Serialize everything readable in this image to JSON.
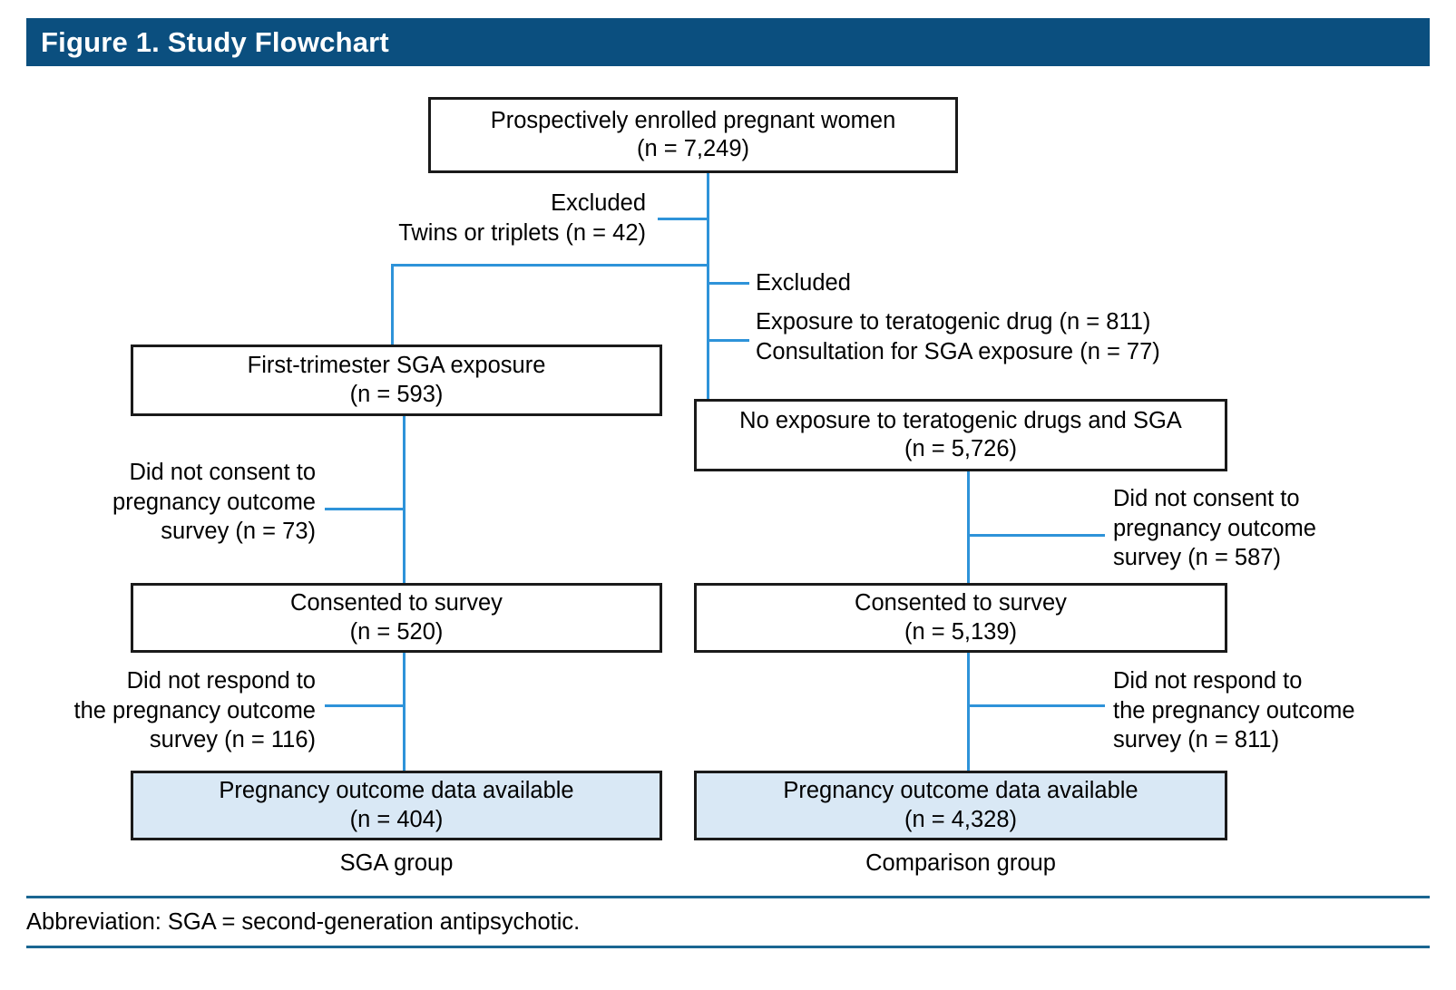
{
  "figure": {
    "title": "Figure 1. Study Flowchart",
    "header_color": "#0b4f7f",
    "connector_color": "#2e93d9",
    "shaded_node_color": "#d9e8f5",
    "rule_color": "#1a6691"
  },
  "nodes": {
    "enrolled": {
      "line1": "Prospectively enrolled pregnant women",
      "line2": "(n = 7,249)"
    },
    "sga_exposure": {
      "line1": "First-trimester SGA exposure",
      "line2": "(n = 593)"
    },
    "no_exposure": {
      "line1": "No exposure to teratogenic drugs and SGA",
      "line2": "(n = 5,726)"
    },
    "consent_left": {
      "line1": "Consented to survey",
      "line2": "(n = 520)"
    },
    "consent_right": {
      "line1": "Consented to survey",
      "line2": "(n = 5,139)"
    },
    "outcome_left": {
      "line1": "Pregnancy outcome data available",
      "line2": "(n = 404)"
    },
    "outcome_right": {
      "line1": "Pregnancy outcome data available",
      "line2": "(n = 4,328)"
    }
  },
  "notes": {
    "excluded_twins": "Excluded\nTwins or triplets (n = 42)",
    "excluded_right_title": "Excluded",
    "excluded_right_detail": "Exposure to teratogenic drug (n = 811)\nConsultation for SGA exposure (n = 77)",
    "no_consent_left": "Did not consent to\npregnancy outcome\nsurvey (n = 73)",
    "no_consent_right": "Did not consent to\npregnancy outcome\nsurvey (n = 587)",
    "no_respond_left": "Did not respond to\nthe pregnancy outcome\nsurvey (n = 116)",
    "no_respond_right": "Did not respond to\nthe pregnancy outcome\nsurvey (n = 811)"
  },
  "group_captions": {
    "left": "SGA group",
    "right": "Comparison group"
  },
  "footer": {
    "abbreviation": "Abbreviation: SGA = second-generation antipsychotic."
  },
  "chart_data": {
    "type": "flowchart",
    "title": "Figure 1. Study Flowchart",
    "nodes": [
      {
        "id": "enrolled",
        "label": "Prospectively enrolled pregnant women",
        "n": 7249
      },
      {
        "id": "sga_exposure",
        "label": "First-trimester SGA exposure",
        "n": 593
      },
      {
        "id": "no_exposure",
        "label": "No exposure to teratogenic drugs and SGA",
        "n": 5726
      },
      {
        "id": "consent_left",
        "label": "Consented to survey",
        "n": 520
      },
      {
        "id": "consent_right",
        "label": "Consented to survey",
        "n": 5139
      },
      {
        "id": "outcome_left",
        "label": "Pregnancy outcome data available",
        "n": 404
      },
      {
        "id": "outcome_right",
        "label": "Pregnancy outcome data available",
        "n": 4328
      }
    ],
    "exclusions": [
      {
        "from": "enrolled",
        "reason": "Twins or triplets",
        "n": 42
      },
      {
        "from": "enrolled",
        "reason": "Exposure to teratogenic drug",
        "n": 811
      },
      {
        "from": "enrolled",
        "reason": "Consultation for SGA exposure",
        "n": 77
      },
      {
        "from": "sga_exposure",
        "reason": "Did not consent to pregnancy outcome survey",
        "n": 73
      },
      {
        "from": "no_exposure",
        "reason": "Did not consent to pregnancy outcome survey",
        "n": 587
      },
      {
        "from": "consent_left",
        "reason": "Did not respond to the pregnancy outcome survey",
        "n": 116
      },
      {
        "from": "consent_right",
        "reason": "Did not respond to the pregnancy outcome survey",
        "n": 811
      }
    ],
    "edges": [
      {
        "from": "enrolled",
        "to": "sga_exposure"
      },
      {
        "from": "enrolled",
        "to": "no_exposure"
      },
      {
        "from": "sga_exposure",
        "to": "consent_left"
      },
      {
        "from": "no_exposure",
        "to": "consent_right"
      },
      {
        "from": "consent_left",
        "to": "outcome_left"
      },
      {
        "from": "consent_right",
        "to": "outcome_right"
      }
    ],
    "groups": [
      "SGA group",
      "Comparison group"
    ]
  }
}
